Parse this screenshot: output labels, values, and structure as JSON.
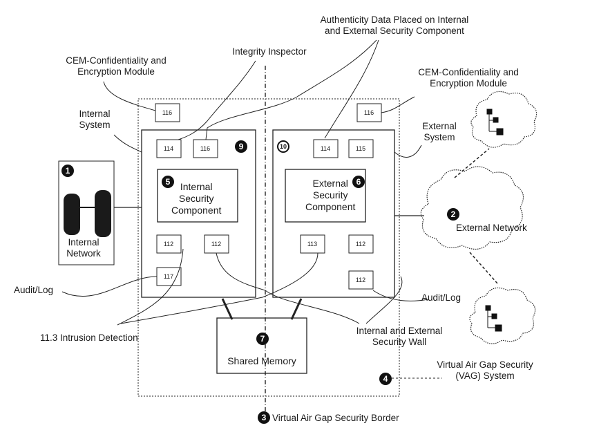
{
  "labels": {
    "authenticity": "Authenticity Data Placed on Internal\nand External Security Component",
    "integrity": "Integrity Inspector",
    "cem_left": "CEM-Confidentiality and\nEncryption Module",
    "cem_right": "CEM-Confidentiality and\nEncryption Module",
    "internal_system": "Internal\nSystem",
    "external_system": "External\nSystem",
    "internal_network": "Internal\nNetwork",
    "external_network": "External Network",
    "internal_sc": "Internal\nSecurity\nComponent",
    "external_sc": "External\nSecurity\nComponent",
    "shared_memory": "Shared Memory",
    "audit_left": "Audit/Log",
    "audit_right": "Audit/Log",
    "intrusion": "11.3 Intrusion Detection",
    "wall": "Internal and External\nSecurity Wall",
    "vag_system": "Virtual Air Gap Security\n(VAG) System",
    "border": "Virtual Air Gap Security Border"
  },
  "badges": {
    "n1": "1",
    "n2": "2",
    "n3": "3",
    "n4": "4",
    "n5": "5",
    "n6": "6",
    "n7": "7",
    "n9": "9",
    "n10": "10"
  },
  "boxes": {
    "b116l": "116",
    "b114l": "114",
    "b116m": "116",
    "b112l1": "112",
    "b112l2": "112",
    "b117": "117",
    "b116r": "116",
    "b114r": "114",
    "b115": "115",
    "b113": "113",
    "b112r1": "112",
    "b112r2": "112"
  }
}
